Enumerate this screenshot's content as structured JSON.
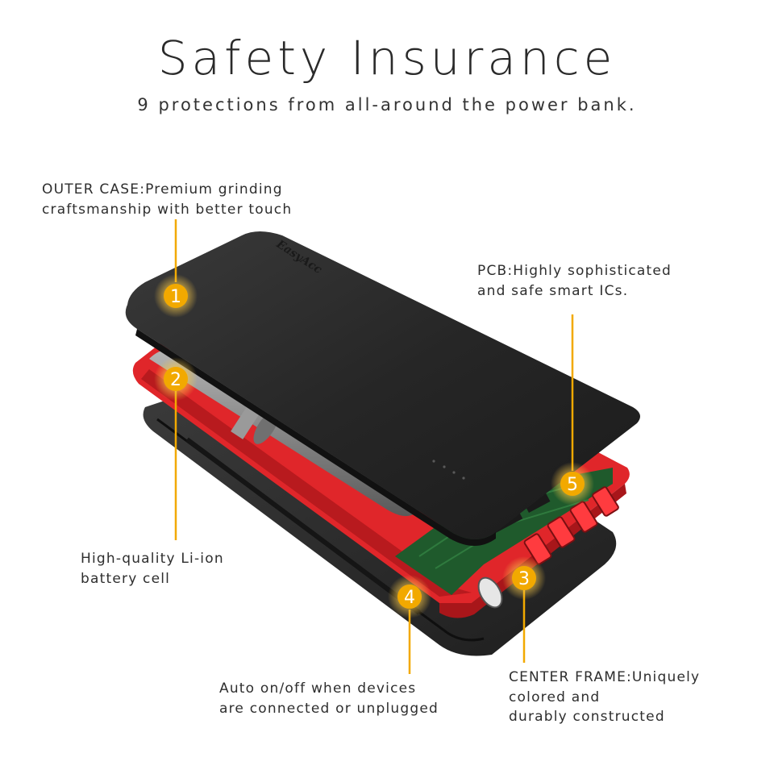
{
  "header": {
    "title": "Safety Insurance",
    "subtitle": "9 protections from all-around the power bank."
  },
  "product": {
    "brand": "EasyAcc"
  },
  "callouts": [
    {
      "number": "1",
      "lines": [
        "OUTER CASE:Premium grinding",
        "craftsmanship with better touch"
      ]
    },
    {
      "number": "2",
      "lines": [
        "High-quality Li-ion",
        "battery cell"
      ]
    },
    {
      "number": "3",
      "lines": [
        "CENTER FRAME:Uniquely",
        "colored and",
        "durably constructed"
      ]
    },
    {
      "number": "4",
      "lines": [
        "Auto on/off when devices",
        "are connected or unplugged"
      ]
    },
    {
      "number": "5",
      "lines": [
        "PCB:Highly sophisticated",
        "and safe smart ICs."
      ]
    }
  ],
  "colors": {
    "accent": "#f2a900",
    "frame_red": "#e0262a",
    "case_black": "#2a2a2a",
    "pcb_green": "#1f5a2c"
  }
}
